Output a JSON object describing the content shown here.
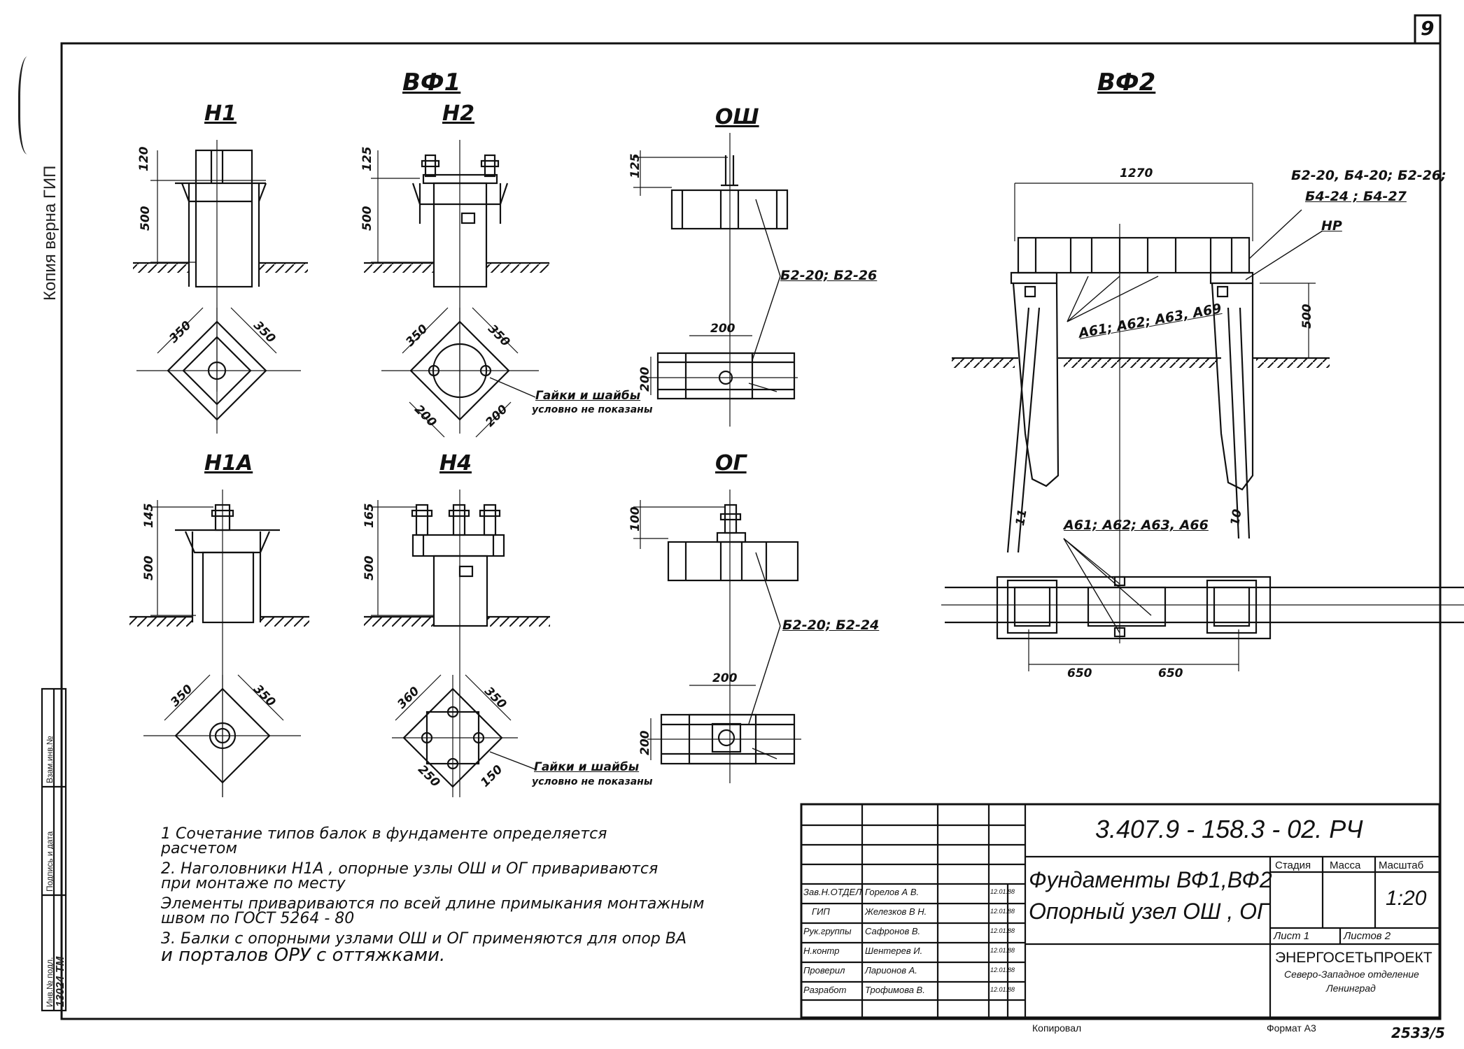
{
  "page_number": "9",
  "sheet_code": "2533/5",
  "copy_stamp": "Копия верна ГИП",
  "side_table": [
    "Инв.№ подл.",
    "Подпись и дата",
    "Взам.инв.№"
  ],
  "side_inv_number": "13024 ТМ",
  "vf1": {
    "title": "ВФ1",
    "h1": {
      "title": "Н1",
      "dim_top": "120",
      "dim_mid": "500",
      "dim_a": "350",
      "dim_b": "350"
    },
    "h2": {
      "title": "Н2",
      "dim_top": "125",
      "dim_mid": "500",
      "dim_a": "350",
      "dim_b": "350",
      "dim_c": "200",
      "dim_d": "200"
    },
    "osh": {
      "title": "ОШ",
      "dim_top": "125",
      "dim_w": "200",
      "dim_h": "200",
      "beam_label": "Б2-20; Б2-26",
      "note_line1": "Гайки и шайбы",
      "note_line2": "условно не показаны"
    },
    "h1a": {
      "title": "Н1А",
      "dim_top": "145",
      "dim_mid": "500",
      "dim_a": "350",
      "dim_b": "350"
    },
    "h4": {
      "title": "Н4",
      "dim_top": "165",
      "dim_mid": "500",
      "dim_a": "360",
      "dim_b": "350",
      "dim_c": "250",
      "dim_d": "150"
    },
    "og": {
      "title": "ОГ",
      "dim_top": "100",
      "dim_w": "200",
      "dim_h": "200",
      "beam_label": "Б2-20; Б2-24",
      "note_line1": "Гайки и шайбы",
      "note_line2": "условно не показаны"
    }
  },
  "vf2": {
    "title": "ВФ2",
    "dim_width": "1270",
    "dim_depth": "500",
    "label_beams_line1": "Б2-20, Б4-20; Б2-26;",
    "label_beams_line2": "Б4-24 ; Б4-27",
    "label_hr": "НР",
    "label_anchors_top": "А61; А62; А63, А69",
    "label_anchors_bottom": "А61; А62; А63, А66",
    "dim_left": "650",
    "dim_right": "650",
    "leg_mark_left": "11",
    "leg_mark_right": "10"
  },
  "notes": [
    "1 Сочетание   типов   балок   в фундаменте   определяется",
    "   расчетом",
    "2. Наголовники  Н1А ,  опорные  узлы  ОШ и ОГ  привариваются",
    "   при  монтаже  по  месту",
    "   Элементы  привариваются  по всей длине  примыкания  монтажным",
    "   швом   по   ГОСТ 5264 - 80",
    "3. Балки  с  опорными  узлами ОШ и ОГ  применяются  для опор ВА",
    "   и  порталов   ОРУ  с  оттяжками."
  ],
  "title_block": {
    "doc_code": "3.407.9 - 158.3 - 02. РЧ",
    "title_line1": "Фундаменты ВФ1,ВФ2",
    "title_line2": "Опорный узел ОШ , ОГ",
    "col_stage": "Стадия",
    "col_mass": "Масса",
    "col_scale": "Масштаб",
    "scale": "1:20",
    "sheet": "Лист 1",
    "sheets": "Листов 2",
    "org_name": "ЭНЕРГОСЕТЬПРОЕКТ",
    "org_line2": "Северо-Западное отделение",
    "org_line3": "Ленинград",
    "signatures": [
      {
        "role": "Зав.Н.ОТДЕЛ",
        "name": "Горелов А В.",
        "date": "12.01.88"
      },
      {
        "role": "ГИП",
        "name": "Железков В Н.",
        "date": "12.01.88"
      },
      {
        "role": "Рук.группы",
        "name": "Сафронов В.",
        "date": "12.01.88"
      },
      {
        "role": "Н.контр",
        "name": "Шентерев И.",
        "date": "12.01.88"
      },
      {
        "role": "Проверил",
        "name": "Ларионов А.",
        "date": "12.01.88"
      },
      {
        "role": "Разработ",
        "name": "Трофимова В.",
        "date": "12.01.88"
      }
    ],
    "copied": "Копировал",
    "format": "Формат А3"
  }
}
